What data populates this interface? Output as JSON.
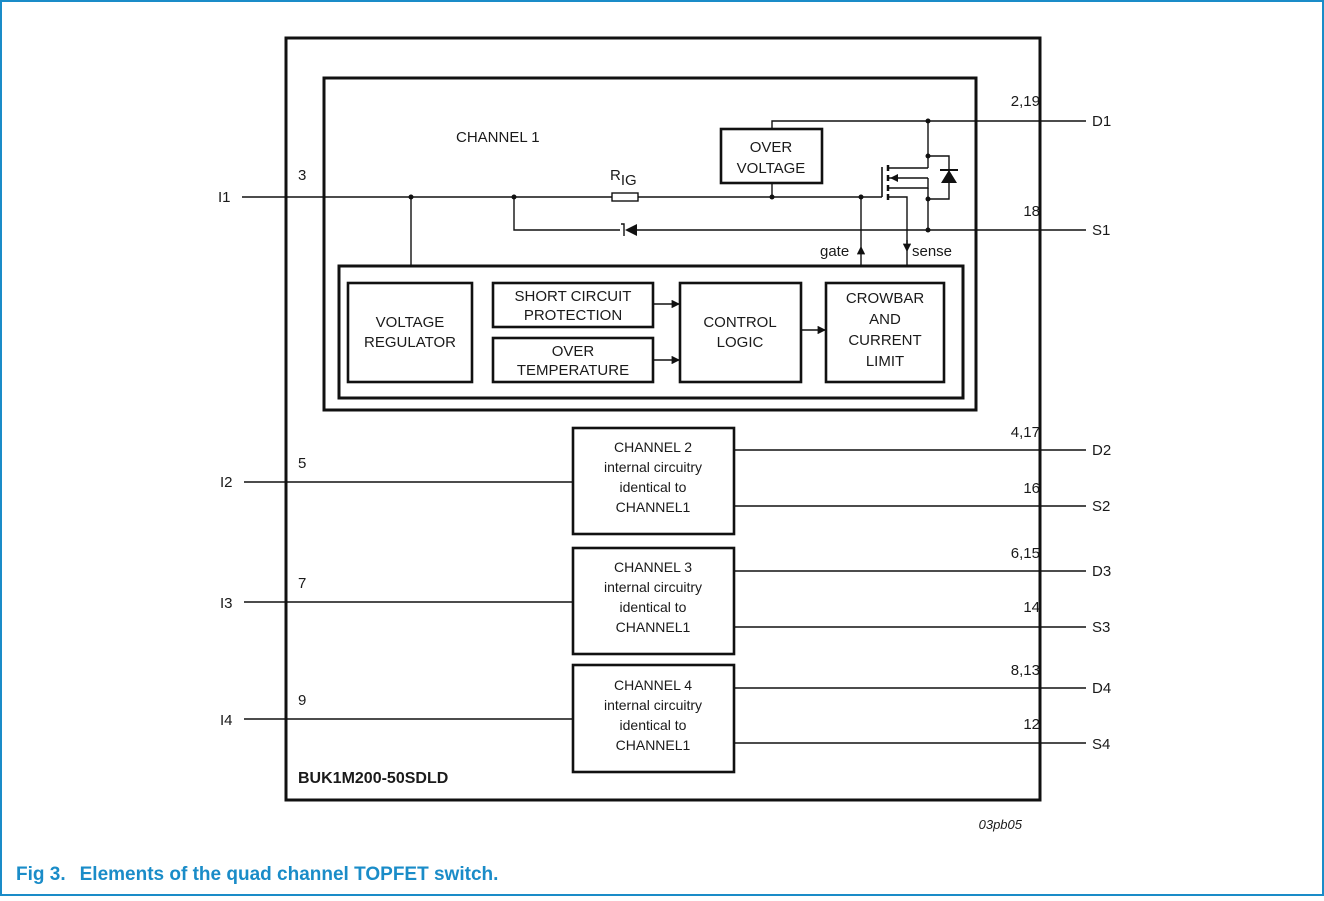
{
  "part_number": "BUK1M200-50SDLD",
  "figure_tag": "03pb05",
  "caption": {
    "number": "Fig 3.",
    "text": "Elements of the quad channel TOPFET switch."
  },
  "channel1": {
    "title": "CHANNEL 1",
    "rig_main": "R",
    "rig_sub": "IG",
    "over_voltage": [
      "OVER",
      "VOLTAGE"
    ],
    "gate": "gate",
    "sense": "sense",
    "voltage_regulator": [
      "VOLTAGE",
      "REGULATOR"
    ],
    "short_circuit": [
      "SHORT CIRCUIT",
      "PROTECTION"
    ],
    "over_temperature": [
      "OVER",
      "TEMPERATURE"
    ],
    "control_logic": [
      "CONTROL",
      "LOGIC"
    ],
    "crowbar": [
      "CROWBAR",
      "AND",
      "CURRENT",
      "LIMIT"
    ]
  },
  "channels": [
    {
      "input": "I1",
      "in_pin": "3",
      "drain": "D1",
      "drain_pins": "2,19",
      "source": "S1",
      "source_pin": "18"
    },
    {
      "input": "I2",
      "in_pin": "5",
      "drain": "D2",
      "drain_pins": "4,17",
      "source": "S2",
      "source_pin": "16",
      "box": [
        "CHANNEL 2",
        "internal circuitry",
        "identical to",
        "CHANNEL1"
      ]
    },
    {
      "input": "I3",
      "in_pin": "7",
      "drain": "D3",
      "drain_pins": "6,15",
      "source": "S3",
      "source_pin": "14",
      "box": [
        "CHANNEL 3",
        "internal circuitry",
        "identical to",
        "CHANNEL1"
      ]
    },
    {
      "input": "I4",
      "in_pin": "9",
      "drain": "D4",
      "drain_pins": "8,13",
      "source": "S4",
      "source_pin": "12",
      "box": [
        "CHANNEL 4",
        "internal circuitry",
        "identical to",
        "CHANNEL1"
      ]
    }
  ],
  "colors": {
    "border": "#1a8cc8",
    "caption": "#1a8cc8",
    "line": "#111111"
  }
}
